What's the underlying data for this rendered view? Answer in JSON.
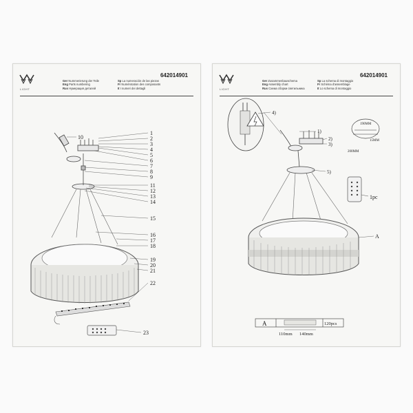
{
  "left_page": {
    "brand": "LIGHT",
    "code": "642014901",
    "legend_col1": [
      {
        "prefix": "Ger",
        "text": "Nummerierung der Teile"
      },
      {
        "prefix": "Eng",
        "text": "Parts numbering"
      },
      {
        "prefix": "Rus",
        "text": "Нумерация деталей"
      }
    ],
    "legend_col2": [
      {
        "prefix": "Sp",
        "text": "La numeración de las piezas"
      },
      {
        "prefix": "Fr",
        "text": "Numérotation des composants"
      },
      {
        "prefix": "It",
        "text": "I numeri dei dettagli"
      }
    ],
    "callouts": [
      "10",
      "1",
      "2",
      "3",
      "4",
      "5",
      "6",
      "7",
      "8",
      "9",
      "11",
      "12",
      "13",
      "14",
      "15",
      "16",
      "17",
      "18",
      "19",
      "20",
      "21",
      "22",
      "23"
    ]
  },
  "right_page": {
    "brand": "LIGHT",
    "code": "642014901",
    "legend_col1": [
      {
        "prefix": "Ger",
        "text": "Zusammenbauschema"
      },
      {
        "prefix": "Eng",
        "text": "Assembly chart"
      },
      {
        "prefix": "Rus",
        "text": "Схема сборки светильника"
      }
    ],
    "legend_col2": [
      {
        "prefix": "Sp",
        "text": "La schema di montaggio"
      },
      {
        "prefix": "Fr",
        "text": "Schéma d'assemblage"
      },
      {
        "prefix": "It",
        "text": "Lo schema di montaggio"
      }
    ],
    "steps": [
      "1)",
      "2)",
      "3)",
      "4)",
      "5)"
    ],
    "dim_190": "190MM",
    "dim_15": "15MM",
    "dim_200": "200MM",
    "remote_qty": "1pc",
    "part_a": "A",
    "table": {
      "part": "A",
      "qty": "120pcs",
      "dim1": "110mm",
      "dim2": "140mm"
    }
  }
}
